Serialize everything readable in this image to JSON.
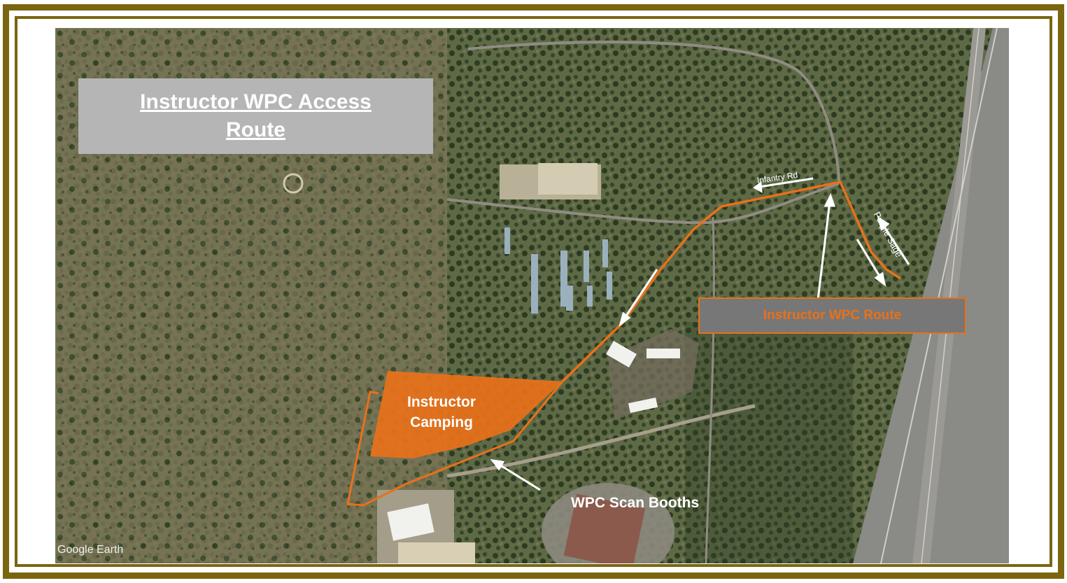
{
  "title": {
    "line1": "Instructor WPC Access",
    "line2": "Route"
  },
  "labels": {
    "route": "Instructor WPC Route",
    "camping_line1": "Instructor",
    "camping_line2": "Camping",
    "scan_booths": "WPC Scan Booths",
    "infantry_rd": "Infantry Rd",
    "purple_sage": "Purple Sage",
    "google_earth": "Google Earth"
  },
  "colors": {
    "frame": "#7a6510",
    "route": "#e8711a",
    "camping_fill": "#e8711a",
    "title_box": "#b5b5b5",
    "route_box": "#777777",
    "arrow": "#ffffff"
  }
}
